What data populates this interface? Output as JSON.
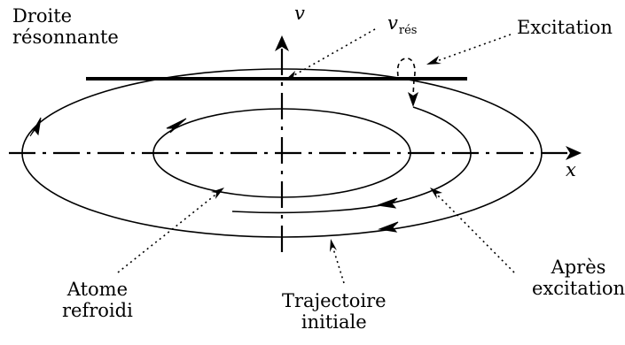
{
  "diagram": {
    "axes": {
      "x_label": "x",
      "v_label": "v"
    },
    "labels": {
      "resonant_line_line1": "Droite",
      "resonant_line_line2": "résonnante",
      "v_res_symbol": "v",
      "v_res_subscript": "rés",
      "excitation": "Excitation",
      "after_excitation_line1": "Après",
      "after_excitation_line2": "excitation",
      "cooled_atom_line1": "Atome",
      "cooled_atom_line2": "refroidi",
      "initial_trajectory_line1": "Trajectoire",
      "initial_trajectory_line2": "initiale"
    },
    "colors": {
      "ink": "#000000",
      "background": "#ffffff"
    }
  }
}
